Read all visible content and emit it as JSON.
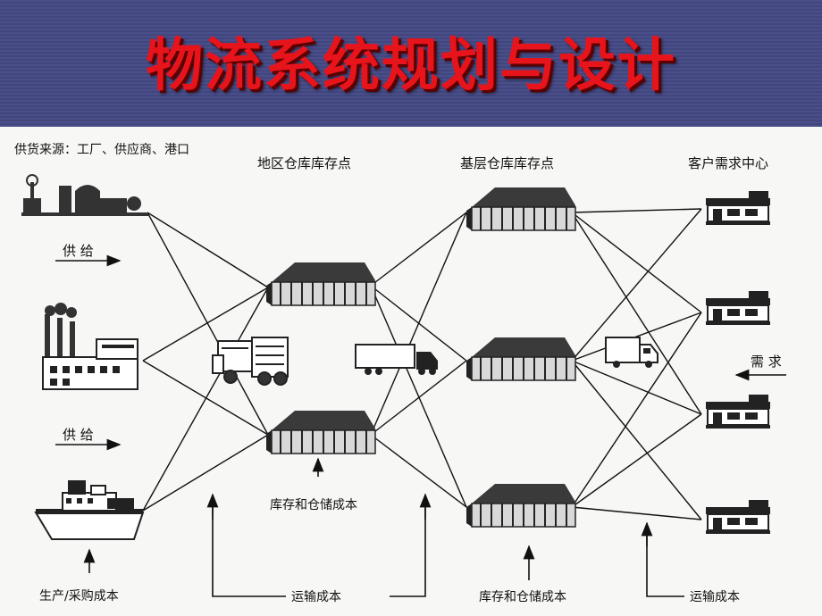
{
  "title": "物流系统规划与设计",
  "labels": {
    "supply_source": "供货来源：工厂、供应商、港口",
    "regional_warehouse": "地区仓库库存点",
    "base_warehouse": "基层仓库库存点",
    "customer_center": "客户需求中心",
    "supply_top": "供 给",
    "supply_bottom": "供 给",
    "demand": "需 求",
    "inventory_cost_1": "库存和仓储成本",
    "inventory_cost_2": "库存和仓储成本",
    "production_cost": "生产/采购成本",
    "transport_cost_1": "运输成本",
    "transport_cost_2": "运输成本"
  },
  "colors": {
    "title": "#e8141c",
    "background": "#4a4f8a",
    "diagram_bg": "#f7f7f5",
    "ink": "#111111"
  }
}
